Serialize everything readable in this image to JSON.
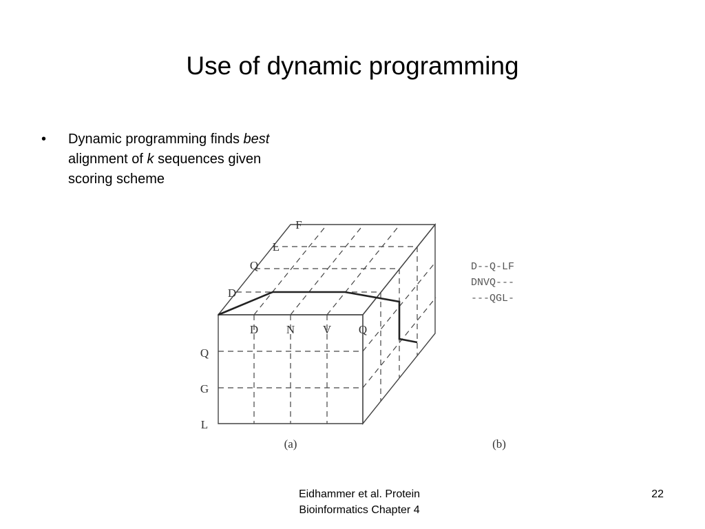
{
  "slide": {
    "title": "Use of dynamic programming",
    "bullet": {
      "marker": "•",
      "text_before_best": "Dynamic programming finds ",
      "emphasis_best": "best",
      "text_after_best": "alignment of ",
      "emphasis_k": "k",
      "text_after_k": " sequences given",
      "text_line3": "scoring scheme"
    },
    "figure": {
      "top_residues": [
        "D",
        "N",
        "V",
        "Q"
      ],
      "left_residues": [
        "Q",
        "G",
        "L"
      ],
      "depth_residues": [
        "D",
        "Q",
        "L",
        "F"
      ],
      "panel_a_caption": "(a)",
      "panel_b_caption": "(b)",
      "alignment": [
        "D--Q-LF",
        "DNVQ---",
        "---QGL-"
      ]
    },
    "footer": {
      "citation_line1": "Eidhammer et al. Protein",
      "citation_line2": "Bioinformatics Chapter 4",
      "page_number": "22"
    }
  }
}
